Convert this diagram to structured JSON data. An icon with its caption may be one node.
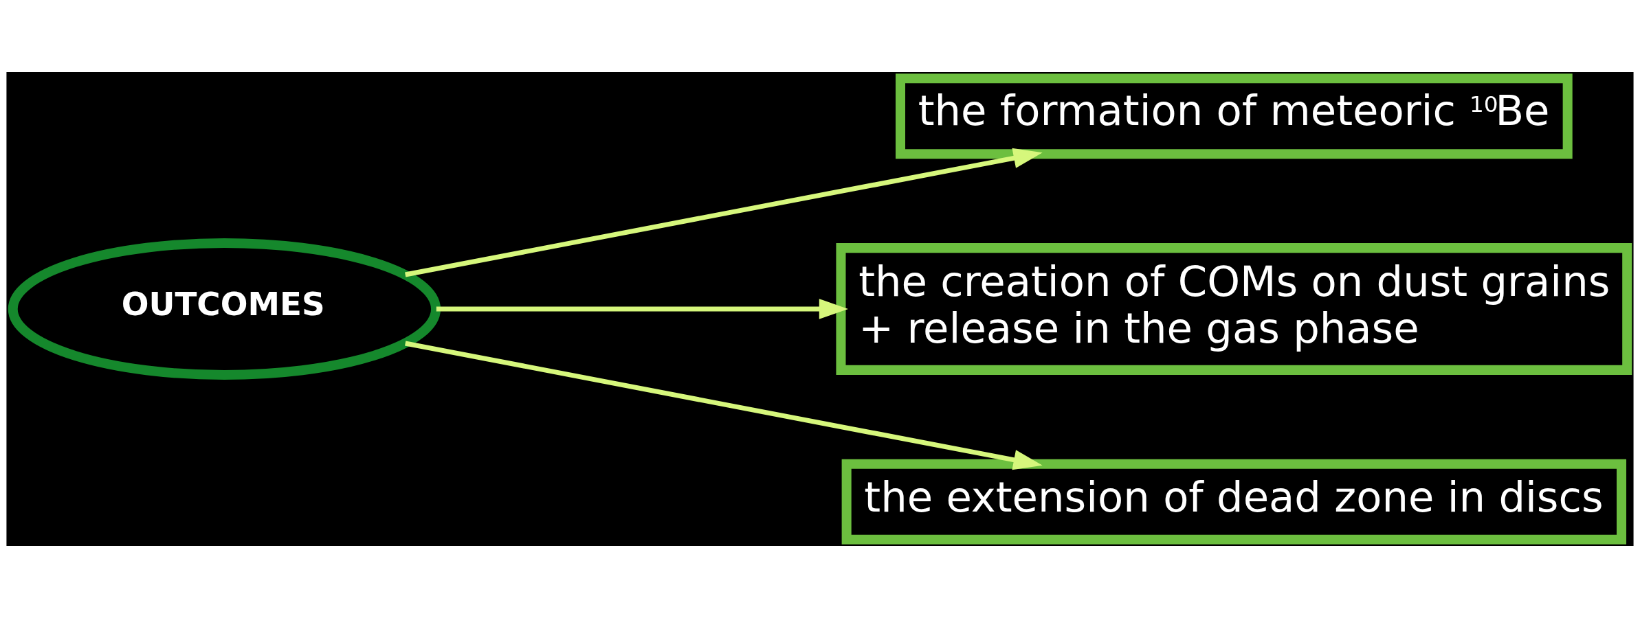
{
  "diagram": {
    "nodes": [
      {
        "text": [
          "OUTCOMES"
        ]
      },
      {
        "text": [
          "the formation of meteoric $^{10}$Be"
        ]
      },
      {
        "text": [
          "the creation of COMs on dust grains",
          "+ release in the gas phase"
        ]
      },
      {
        "text": [
          "the extension of dead zone in discs"
        ]
      }
    ],
    "edges": [
      {
        "from": 0,
        "to": 1,
        "arrow": "to"
      },
      {
        "from": 0,
        "to": 2,
        "arrow": "to"
      },
      {
        "from": 0,
        "to": 3,
        "arrow": "to"
      }
    ]
  }
}
